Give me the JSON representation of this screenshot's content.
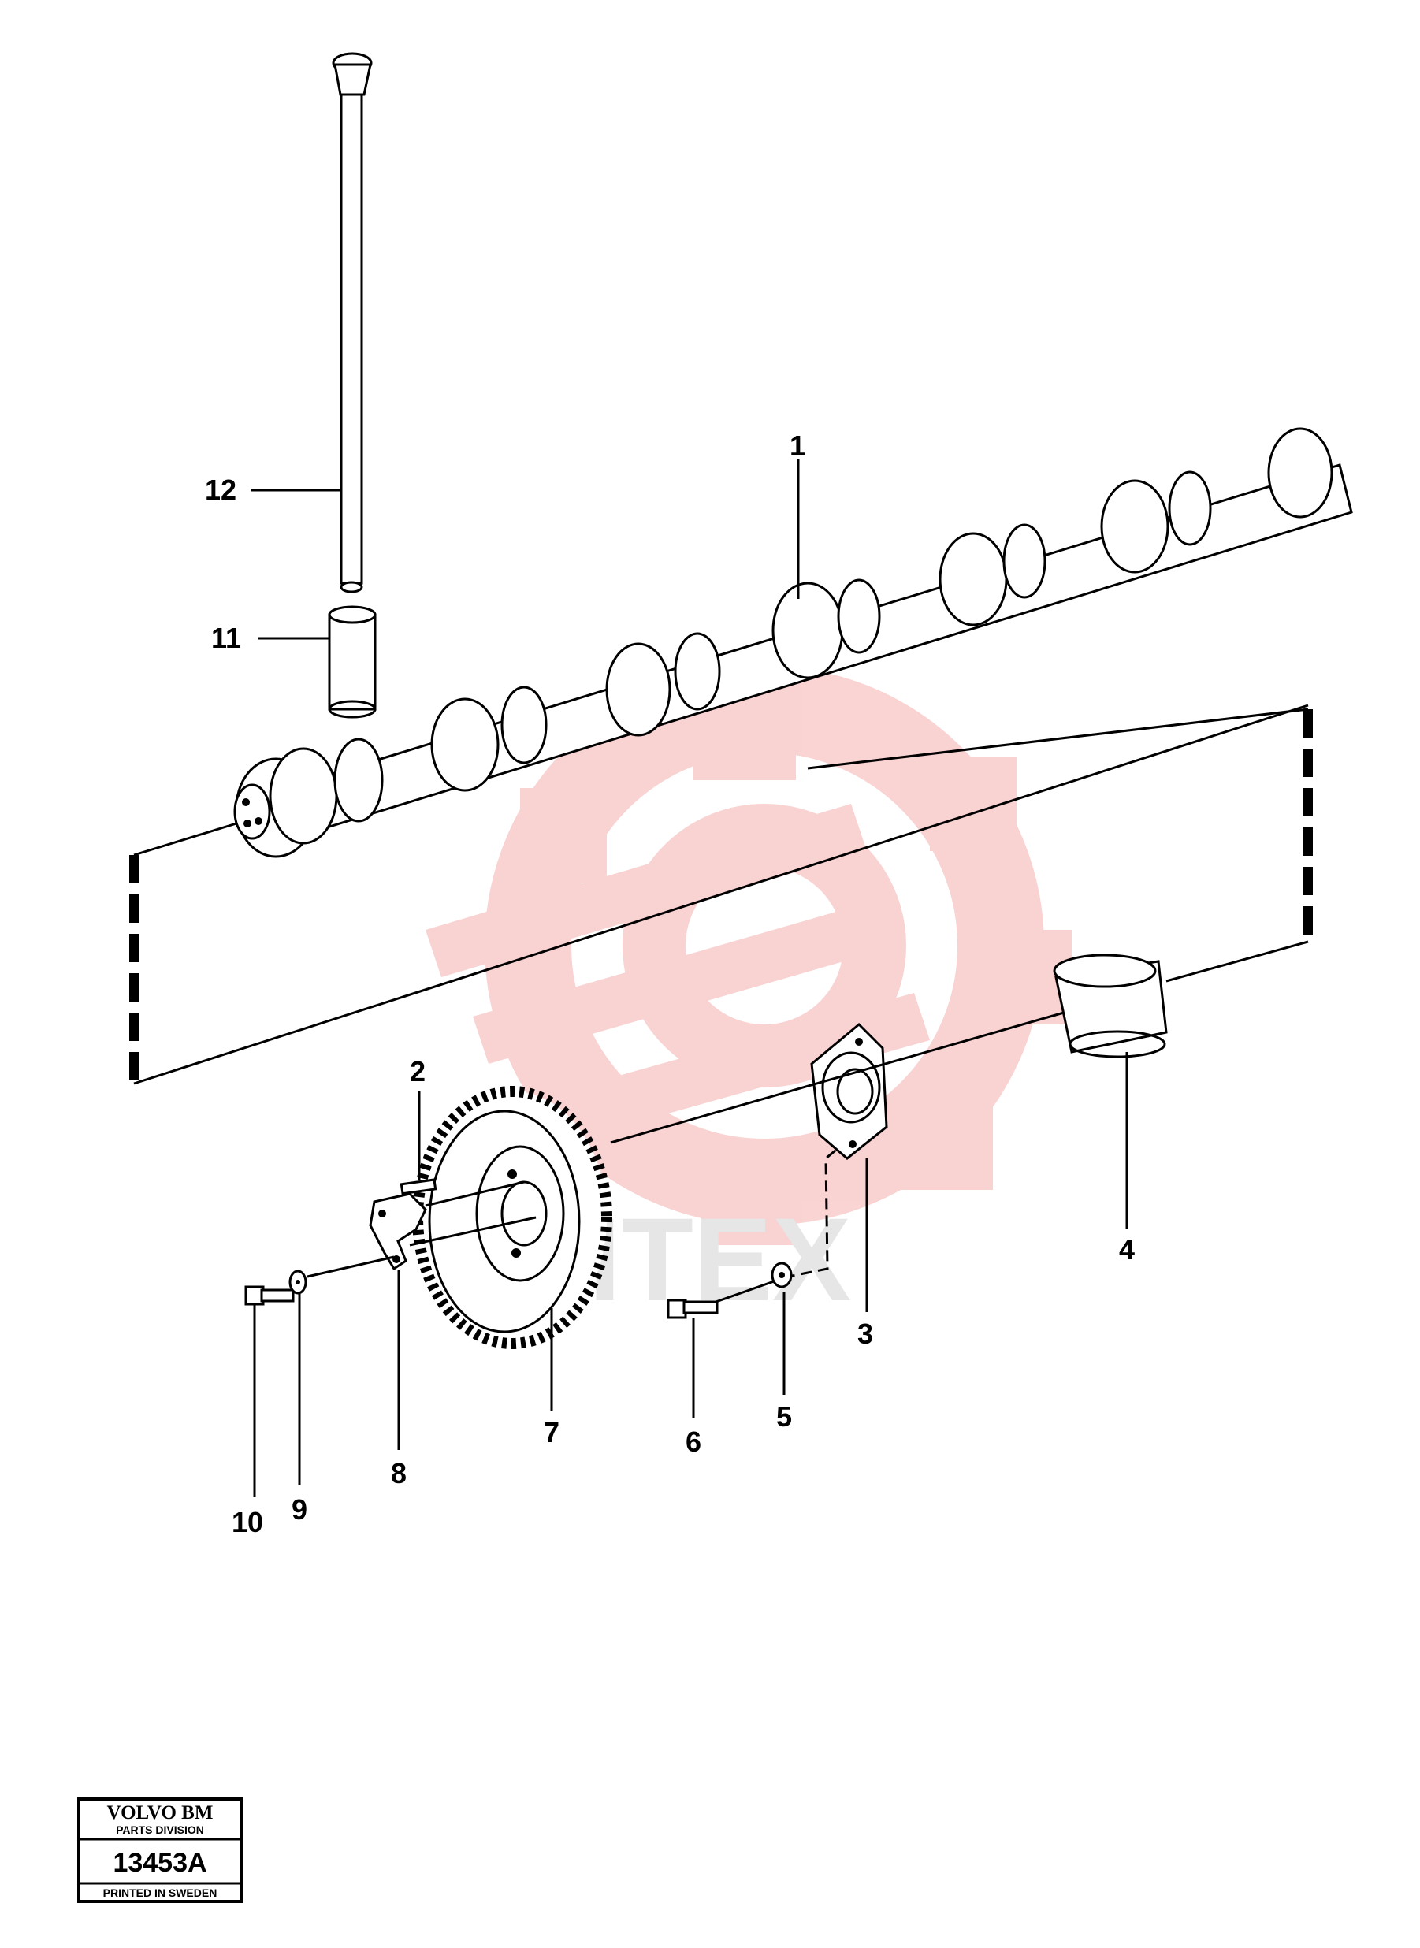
{
  "callouts": {
    "n1": "1",
    "n2": "2",
    "n3": "3",
    "n4": "4",
    "n5": "5",
    "n6": "6",
    "n7": "7",
    "n8": "8",
    "n9": "9",
    "n10": "10",
    "n11": "11",
    "n12": "12"
  },
  "watermark": {
    "text": "HTEX",
    "color": "#f08080"
  },
  "stamp": {
    "brand": "VOLVO BM",
    "division": "PARTS DIVISION",
    "number": "13453A",
    "printed": "PRINTED IN SWEDEN"
  }
}
